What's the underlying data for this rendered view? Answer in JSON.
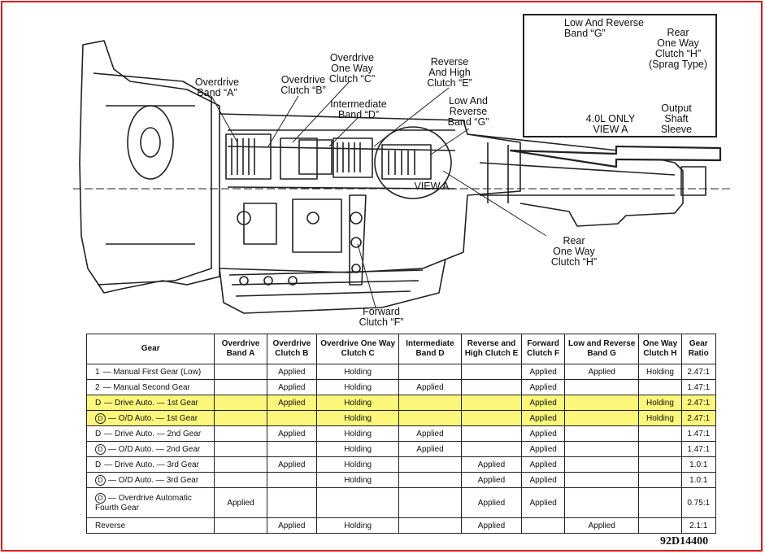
{
  "labels": {
    "overdrive_band_a": [
      "Overdrive",
      "Band “A”"
    ],
    "overdrive_clutch_b": [
      "Overdrive",
      "Clutch “B”"
    ],
    "overdrive_one_way_clutch_c": [
      "Overdrive",
      "One Way",
      "Clutch “C”"
    ],
    "intermediate_band_d": [
      "Intermediate",
      "Band “D”"
    ],
    "reverse_high_clutch_e": [
      "Reverse",
      "And High",
      "Clutch “E”"
    ],
    "low_reverse_band_g": [
      "Low And",
      "Reverse",
      "Band “G”"
    ],
    "view_a": "VIEW A",
    "rear_one_way_clutch_h": [
      "Rear",
      "One Way",
      "Clutch “H”"
    ],
    "forward_clutch_f": [
      "Forward",
      "Clutch “F”"
    ]
  },
  "inset": {
    "low_reverse_band_g": [
      "Low And Reverse",
      "Band “G”"
    ],
    "rear_one_way_clutch_h": [
      "Rear",
      "One Way",
      "Clutch “H”",
      "(Sprag Type)"
    ],
    "note": [
      "4.0L ONLY",
      "VIEW A"
    ],
    "output_shaft_sleeve": [
      "Output",
      "Shaft",
      "Sleeve"
    ]
  },
  "table": {
    "headers": [
      "Gear",
      "Overdrive Band A",
      "Overdrive Clutch B",
      "Overdrive One Way Clutch C",
      "Intermediate Band D",
      "Reverse and High Clutch E",
      "Forward Clutch F",
      "Low and Reverse Band G",
      "One Way Clutch H",
      "Gear Ratio"
    ],
    "rows": [
      {
        "prefix": "1",
        "circled": false,
        "gear": "— Manual First Gear (Low)",
        "cells": [
          "",
          "Applied",
          "Holding",
          "",
          "",
          "Applied",
          "Applied",
          "Holding",
          "2.47:1"
        ],
        "highlight": false
      },
      {
        "prefix": "2",
        "circled": false,
        "gear": "— Manual Second Gear",
        "cells": [
          "",
          "Applied",
          "Holding",
          "Applied",
          "",
          "Applied",
          "",
          "",
          "1.47:1"
        ],
        "highlight": false
      },
      {
        "prefix": "D",
        "circled": false,
        "gear": "— Drive Auto. — 1st Gear",
        "cells": [
          "",
          "Applied",
          "Holding",
          "",
          "",
          "Applied",
          "",
          "Holding",
          "2.47:1"
        ],
        "highlight": true
      },
      {
        "prefix": "D",
        "circled": true,
        "gear": "— O/D Auto. — 1st Gear",
        "cells": [
          "",
          "",
          "Holding",
          "",
          "",
          "Applied",
          "",
          "Holding",
          "2.47:1"
        ],
        "highlight": true
      },
      {
        "prefix": "D",
        "circled": false,
        "gear": "— Drive Auto. — 2nd Gear",
        "cells": [
          "",
          "Applied",
          "Holding",
          "Applied",
          "",
          "Applied",
          "",
          "",
          "1.47:1"
        ],
        "highlight": false
      },
      {
        "prefix": "D",
        "circled": true,
        "gear": "— O/D Auto. — 2nd Gear",
        "cells": [
          "",
          "",
          "Holding",
          "Applied",
          "",
          "Applied",
          "",
          "",
          "1.47:1"
        ],
        "highlight": false
      },
      {
        "prefix": "D",
        "circled": false,
        "gear": "— Drive Auto. — 3rd Gear",
        "cells": [
          "",
          "Applied",
          "Holding",
          "",
          "Applied",
          "Applied",
          "",
          "",
          "1.0:1"
        ],
        "highlight": false
      },
      {
        "prefix": "D",
        "circled": true,
        "gear": "— O/D Auto. — 3rd Gear",
        "cells": [
          "",
          "",
          "Holding",
          "",
          "Applied",
          "Applied",
          "",
          "",
          "1.0:1"
        ],
        "highlight": false
      },
      {
        "prefix": "D",
        "circled": true,
        "gear": "— Overdrive Automatic Fourth Gear",
        "cells": [
          "Applied",
          "",
          "",
          "",
          "Applied",
          "Applied",
          "",
          "",
          "0.75:1"
        ],
        "highlight": false,
        "tall": true
      },
      {
        "prefix": "",
        "circled": false,
        "gear": "Reverse",
        "cells": [
          "",
          "Applied",
          "Holding",
          "",
          "Applied",
          "",
          "Applied",
          "",
          "2.1:1"
        ],
        "highlight": false
      }
    ]
  },
  "figure_code": "92D14400",
  "colors": {
    "frame": "#e41b1b",
    "highlight": "#fbf77b",
    "line": "#222222"
  }
}
